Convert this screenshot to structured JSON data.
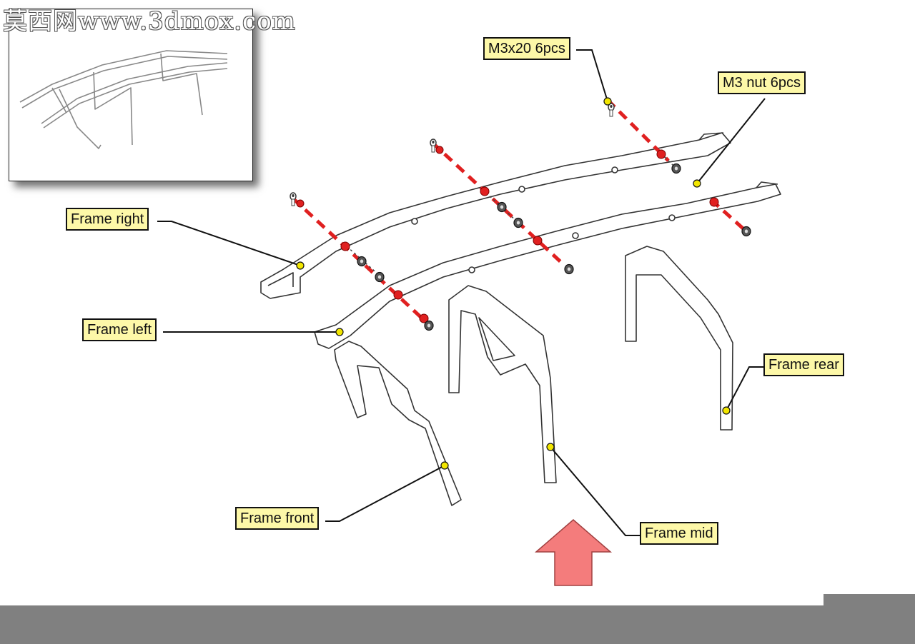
{
  "watermark": "莫西网www.3dmox.com",
  "callouts": {
    "m3x20": "M3x20 6pcs",
    "m3nut": "M3 nut 6pcs",
    "frame_right": "Frame right",
    "frame_left": "Frame left",
    "frame_rear": "Frame rear",
    "frame_front": "Frame front",
    "frame_mid": "Frame mid"
  },
  "colors": {
    "callout_bg": "#fdf8a8",
    "screw_dot": "#e02020",
    "marker": "#f2e600",
    "arrow": "#f47c7c",
    "bar": "#808080"
  },
  "icons": {
    "direction": "arrow-up-icon"
  }
}
